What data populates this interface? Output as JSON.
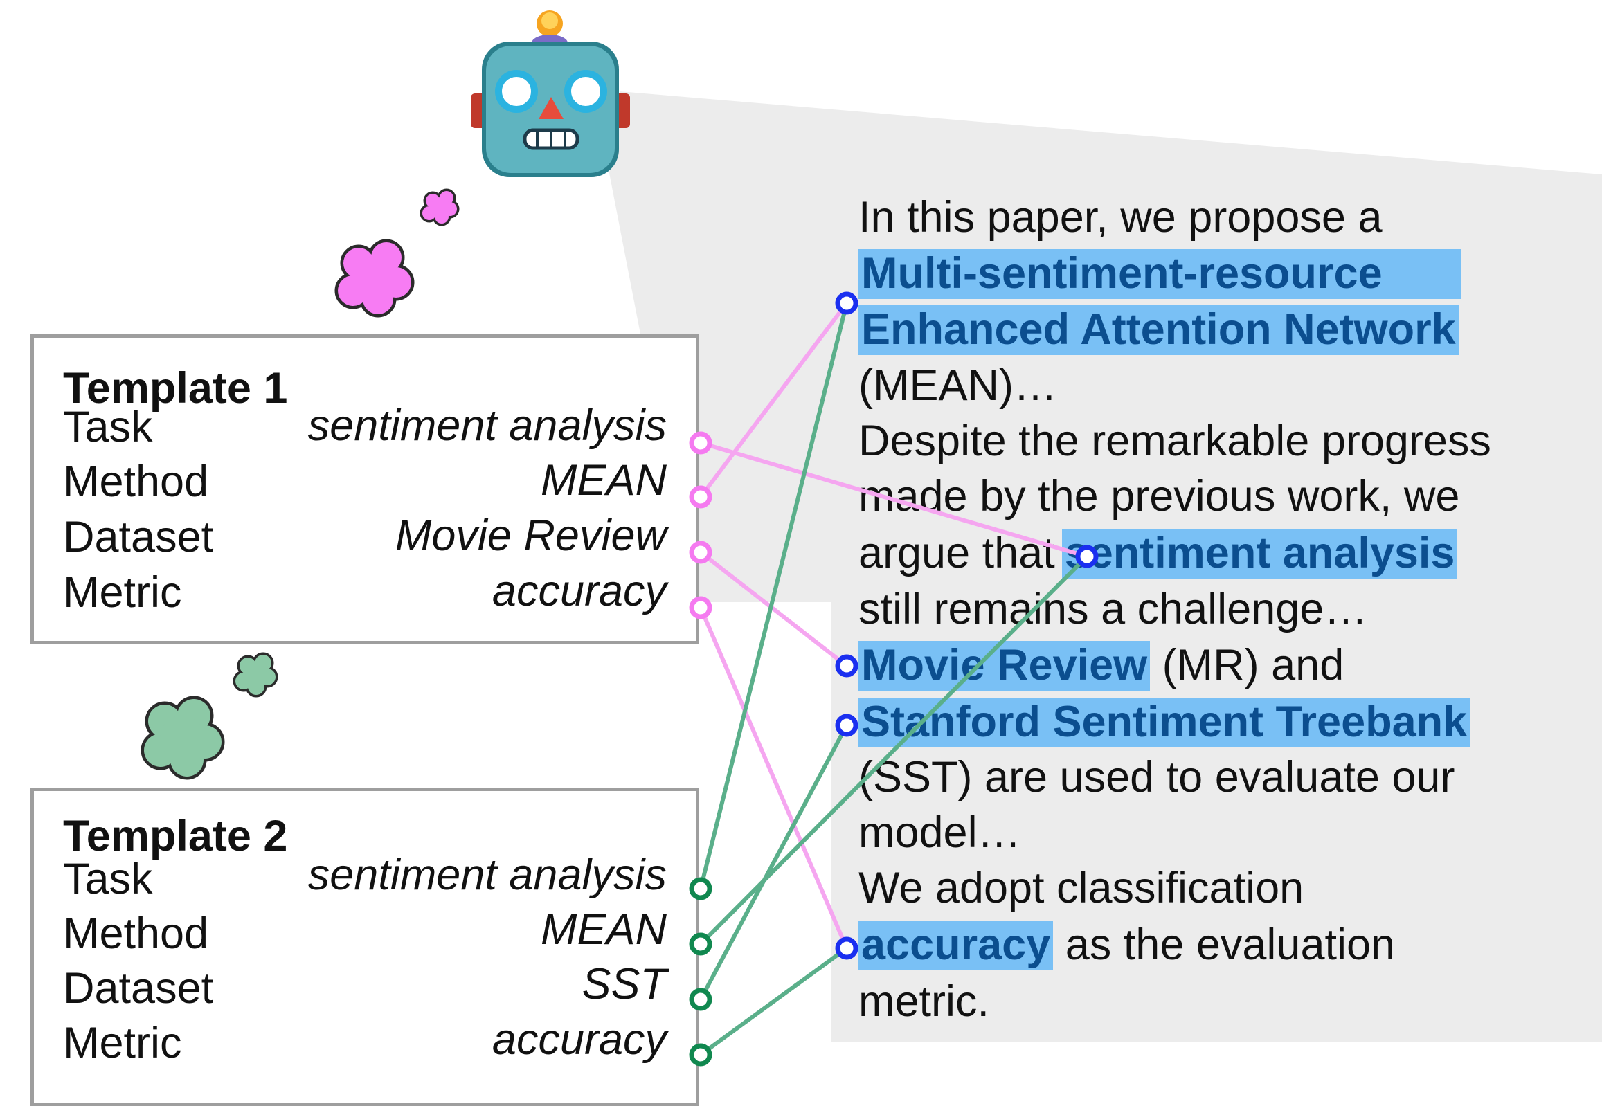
{
  "templates": [
    {
      "title": "Template 1",
      "rows": [
        {
          "label": "Task",
          "value": "sentiment analysis"
        },
        {
          "label": "Method",
          "value": "MEAN"
        },
        {
          "label": "Dataset",
          "value": "Movie Review"
        },
        {
          "label": "Metric",
          "value": "accuracy"
        }
      ]
    },
    {
      "title": "Template 2",
      "rows": [
        {
          "label": "Task",
          "value": "sentiment analysis"
        },
        {
          "label": "Method",
          "value": "MEAN"
        },
        {
          "label": "Dataset",
          "value": "SST"
        },
        {
          "label": "Metric",
          "value": "accuracy"
        }
      ]
    }
  ],
  "paragraph": {
    "l1": "In this paper, we propose a",
    "l2_hl": "Multi-sentiment-resource",
    "l3_hl": "Enhanced Attention Network",
    "l4": "(MEAN)…",
    "l5": "Despite the remarkable progress",
    "l6": "made by the previous work, we",
    "l7_pre": "argue that",
    "l7_hl": "sentiment analysis",
    "l8": "still remains a challenge…",
    "l9_hl": "Movie Review",
    "l9_post": " (MR) and",
    "l10_hl": "Stanford Sentiment Treebank",
    "l11": "(SST) are used to evaluate our",
    "l12": "model…",
    "l13": "We adopt classification",
    "l14_hl": "accuracy",
    "l14_post": " as the evaluation",
    "l15": "metric."
  },
  "colors": {
    "template1_link": "#f5a6f0",
    "template1_node": "#f57af0",
    "template2_link": "#5aaf8a",
    "template2_node": "#10884f",
    "anchor_node": "#1a2ff0",
    "highlight": "#79c0f5",
    "highlight_text": "#0b4e8f",
    "pink_cloud": "#f77cf3",
    "green_cloud": "#8cc9a6"
  },
  "icons": {
    "robot": "robot-face-icon",
    "thought_pink": "thought-bubble-icon",
    "thought_green": "thought-bubble-icon"
  }
}
